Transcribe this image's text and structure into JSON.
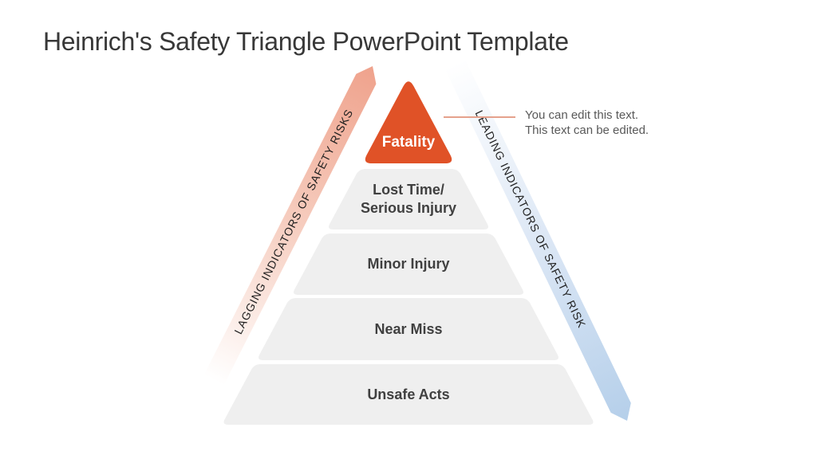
{
  "slide": {
    "title": "Heinrich's Safety Triangle PowerPoint Template"
  },
  "pyramid": {
    "levels": [
      {
        "label": "Fatality",
        "fill": "#E05227",
        "text_color": "#FFFFFF"
      },
      {
        "label": "Lost Time/",
        "label_line2": "Serious Injury",
        "fill": "#EFEFEF",
        "text_color": "#404040"
      },
      {
        "label": "Minor Injury",
        "fill": "#EFEFEF",
        "text_color": "#404040"
      },
      {
        "label": "Near Miss",
        "fill": "#EFEFEF",
        "text_color": "#404040"
      },
      {
        "label": "Unsafe Acts",
        "fill": "#EFEFEF",
        "text_color": "#404040"
      }
    ]
  },
  "ribbons": {
    "left": {
      "label": "LAGGING INDICATORS OF SAFETY RISKS",
      "color_start": "#FFFFFF",
      "color_mid": "#F6CDBF",
      "color_end": "#EFA28C"
    },
    "right": {
      "label": "LEADING INDICATORS OF SAFETY RISK",
      "color_start": "#FFFFFF",
      "color_mid": "#DCE7F5",
      "color_end": "#B5CFEA"
    }
  },
  "annotation": {
    "line1": "You can edit this text.",
    "line2": "This text can be edited.",
    "leader_color": "#E5A18C",
    "text_color": "#595959"
  }
}
